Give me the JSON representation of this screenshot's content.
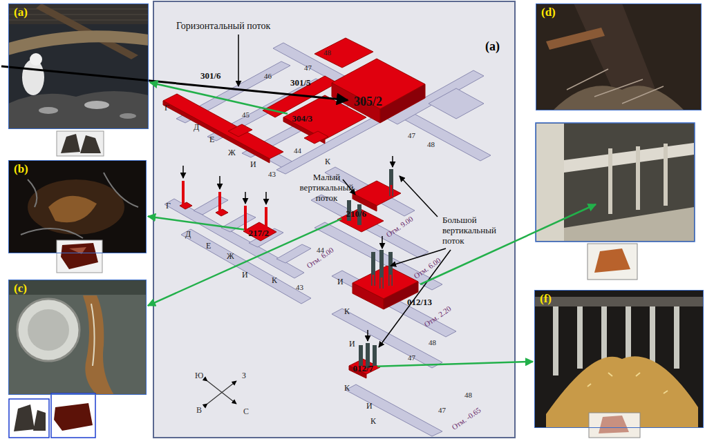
{
  "diagram": {
    "nodes": [
      {
        "text": [
          "(a)"
        ]
      },
      {
        "text": [
          "(a)"
        ]
      },
      {
        "text": [
          "(d)"
        ]
      },
      {
        "text": [
          "(b)"
        ]
      },
      {
        "text": [
          "(c)"
        ]
      },
      {
        "text": [
          "(f)"
        ]
      },
      {
        "text": [
          "304/3"
        ],
        "in": 1
      },
      {
        "text": [
          "217/2"
        ],
        "in": 1
      },
      {
        "text": [
          "210/6"
        ],
        "in": 1
      },
      {
        "text": [
          "012/13"
        ],
        "in": 1
      },
      {
        "text": [
          "012/7"
        ],
        "in": 1
      }
    ],
    "edges": [
      {
        "from": 6,
        "to": 0,
        "arrow": "to"
      },
      {
        "from": 7,
        "to": 3,
        "arrow": "to"
      },
      {
        "from": 8,
        "to": 4,
        "arrow": "to"
      },
      {
        "from": 10,
        "to": 5,
        "arrow": "to"
      }
    ],
    "labels": [
      "Горизонтальный поток",
      "301/5",
      "301/6",
      "305/2",
      "Малый вертикальный поток",
      "Большой вертикальный поток",
      "Г",
      "Д",
      "Е",
      "Ж",
      "И",
      "К",
      "48",
      "47",
      "46",
      "45",
      "44",
      "43",
      "47",
      "48",
      "Г",
      "Д",
      "Е",
      "Ж",
      "И",
      "К",
      "43",
      "Отм. 6.00",
      "44",
      "И",
      "К",
      "Отм. 9.00",
      "Отм. 6.00",
      "Отм. 2.20",
      "48",
      "47",
      "И",
      "К",
      "И",
      "К",
      "48",
      "47",
      "Отм. -0.65",
      "Ю",
      "З",
      "В",
      "С"
    ]
  }
}
